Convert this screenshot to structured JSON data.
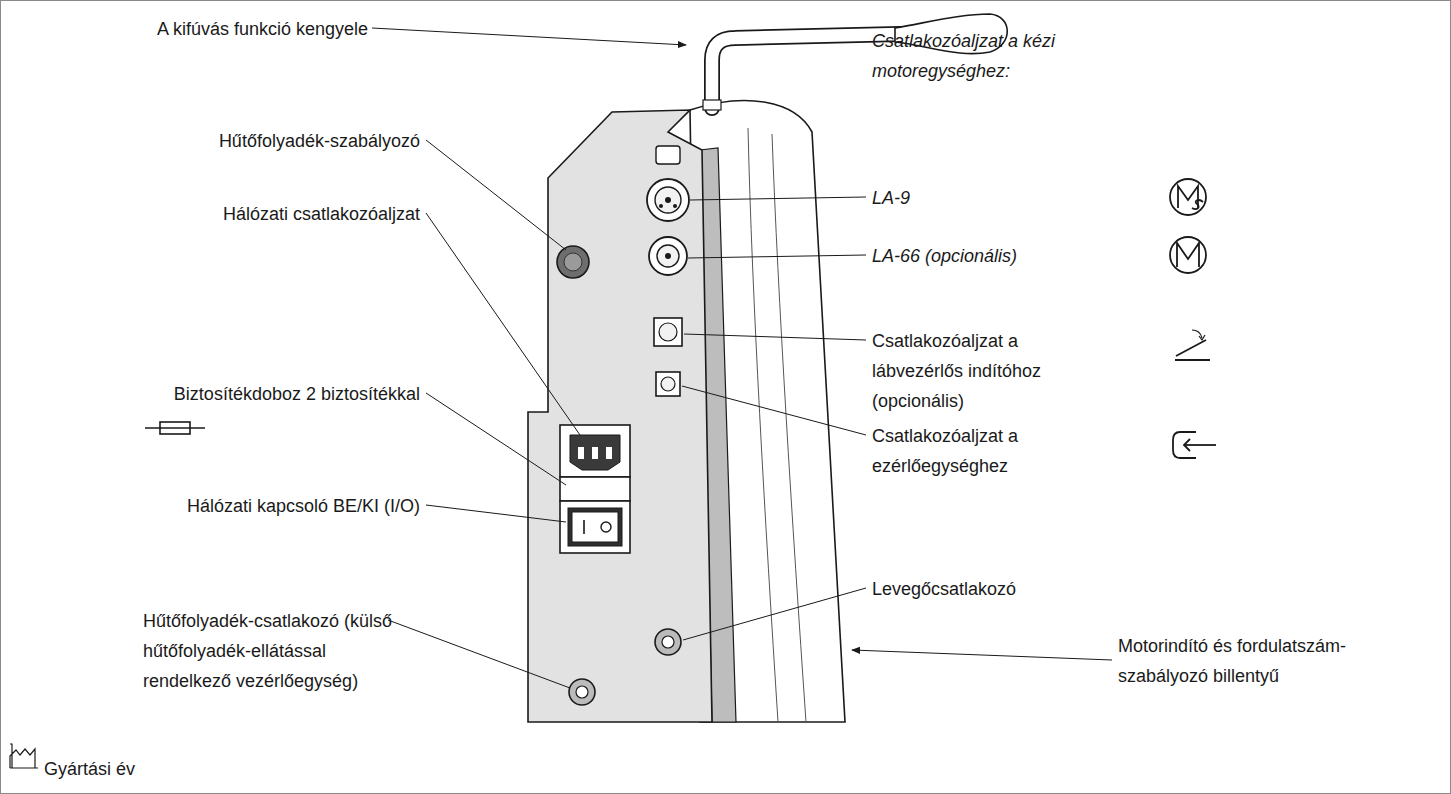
{
  "diagram": {
    "labels": [
      "A kifúvás funkció kengyele",
      "Hűtőfolyadék-szabályozó",
      "Hálózati csatlakozóaljzat",
      "Biztosítékdoboz 2 biztosítékkal",
      "Hálózati kapcsoló BE/KI (I/O)",
      "Hűtőfolyadék-csatlakozó (külső hűtőfolyadék-ellátással rendelkező vezérlőegység)",
      "Gyártási év",
      "Csatlakozóaljzat a kézi motoregységhez:",
      "LA-9",
      "LA-66 (opcionális)",
      "Csatlakozóaljzat a lábvezérlős indítóhoz (opcionális)",
      "Csatlakozóaljzat a ezérlőegységhez",
      "Levegőcsatlakozó",
      "Motorindító és fordulatszám-szabályozó billentyű"
    ]
  }
}
